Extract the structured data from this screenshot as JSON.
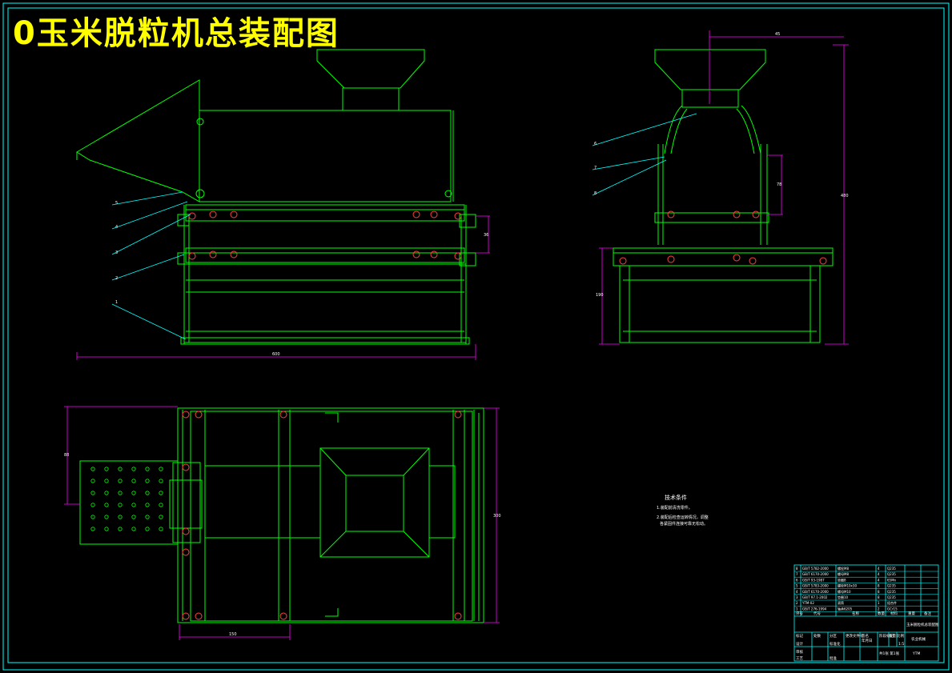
{
  "title": "0玉米脱粒机总装配图",
  "colors": {
    "background": "#000000",
    "frame": "#00ffff",
    "outline": "#00ff00",
    "dimension": "#ff00ff",
    "leader": "#00ffff",
    "hole": "#ff4040",
    "title_text": "#ffff00",
    "text": "#ffffff"
  },
  "front_view": {
    "leaders": [
      "5",
      "4",
      "3",
      "2",
      "1"
    ],
    "dim_overall_width": "600",
    "dim_side": "36"
  },
  "side_view": {
    "leaders": [
      "6",
      "7",
      "8"
    ],
    "dim_top": "45",
    "dim_side": "78",
    "dim_height": "480",
    "dim_left": "190"
  },
  "top_view": {
    "dim_left": "88",
    "dim_bottom": "150",
    "dim_right": "300"
  },
  "notes": {
    "heading": "技术条件",
    "items": [
      "1.装配前清洗零件。",
      "2.装配后检查运转情况，调整",
      "各紧固件连接可靠无松动。"
    ]
  },
  "parts_table": {
    "rows": [
      [
        "8",
        "GB/T 5782-2000",
        "螺栓M8",
        "4",
        "Q235"
      ],
      [
        "7",
        "GB/T 6170-2000",
        "螺母M8",
        "4",
        "Q235"
      ],
      [
        "6",
        "GB/T 93-1987",
        "垫圈8",
        "4",
        "65Mn"
      ],
      [
        "5",
        "GB/T 5783-2000",
        "螺栓M10x30",
        "8",
        "Q235"
      ],
      [
        "4",
        "GB/T 6170-2000",
        "螺母M10",
        "8",
        "Q235"
      ],
      [
        "3",
        "GB/T 97.1-2002",
        "垫圈10",
        "8",
        "Q235"
      ],
      [
        "2",
        "YTM-02",
        "滚筒",
        "1",
        "组合件"
      ],
      [
        "1",
        "GB/T 276-1994",
        "轴承6205",
        "2",
        "GCr15"
      ]
    ],
    "header": [
      "序号",
      "代号",
      "名称",
      "数量",
      "材料",
      "重量",
      "备注"
    ],
    "drawing_name": "玉米脱粒机总装配图",
    "school": "农业机械",
    "drawing_no": "YTM",
    "sheet_info": "共1张 第1张",
    "scale": "1:5",
    "labels": [
      "标记",
      "处数",
      "分区",
      "更改文件号",
      "签名",
      "年月日",
      "设计",
      "审核",
      "工艺",
      "批准",
      "标准化",
      "阶段标记",
      "重量",
      "比例"
    ]
  }
}
